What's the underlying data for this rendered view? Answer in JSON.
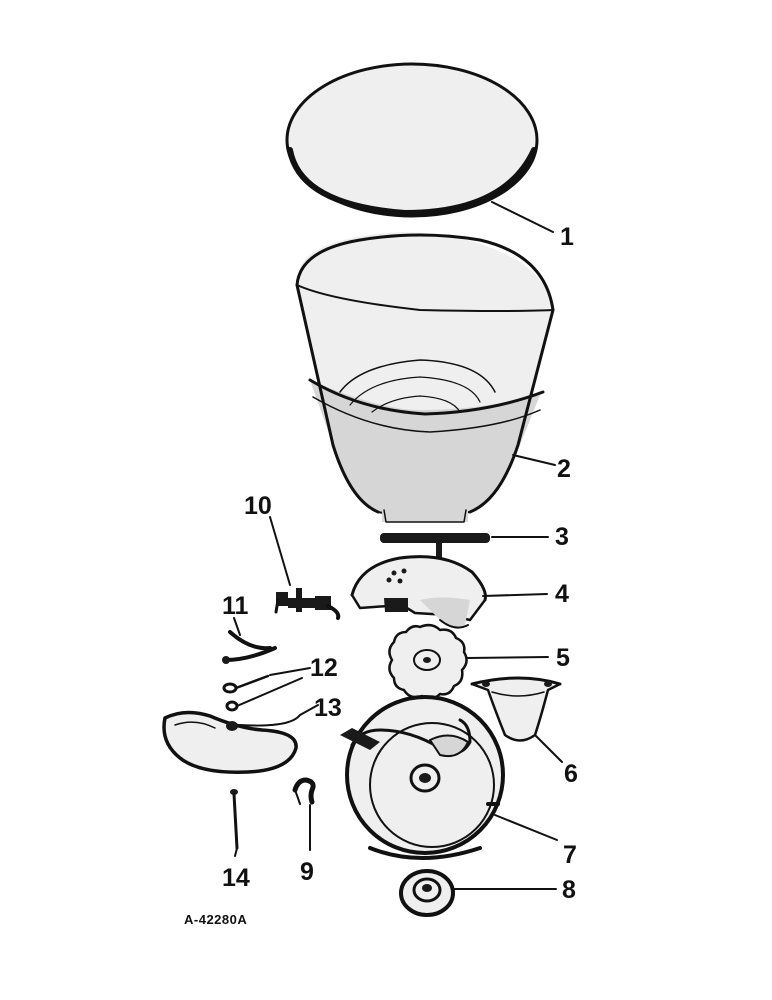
{
  "callouts": {
    "p1": "1",
    "p2": "2",
    "p3": "3",
    "p4": "4",
    "p5": "5",
    "p6": "6",
    "p7": "7",
    "p8": "8",
    "p9": "9",
    "p10": "10",
    "p11": "11",
    "p12": "12",
    "p13": "13",
    "p14": "14"
  },
  "drawing_id": "A-42280A"
}
